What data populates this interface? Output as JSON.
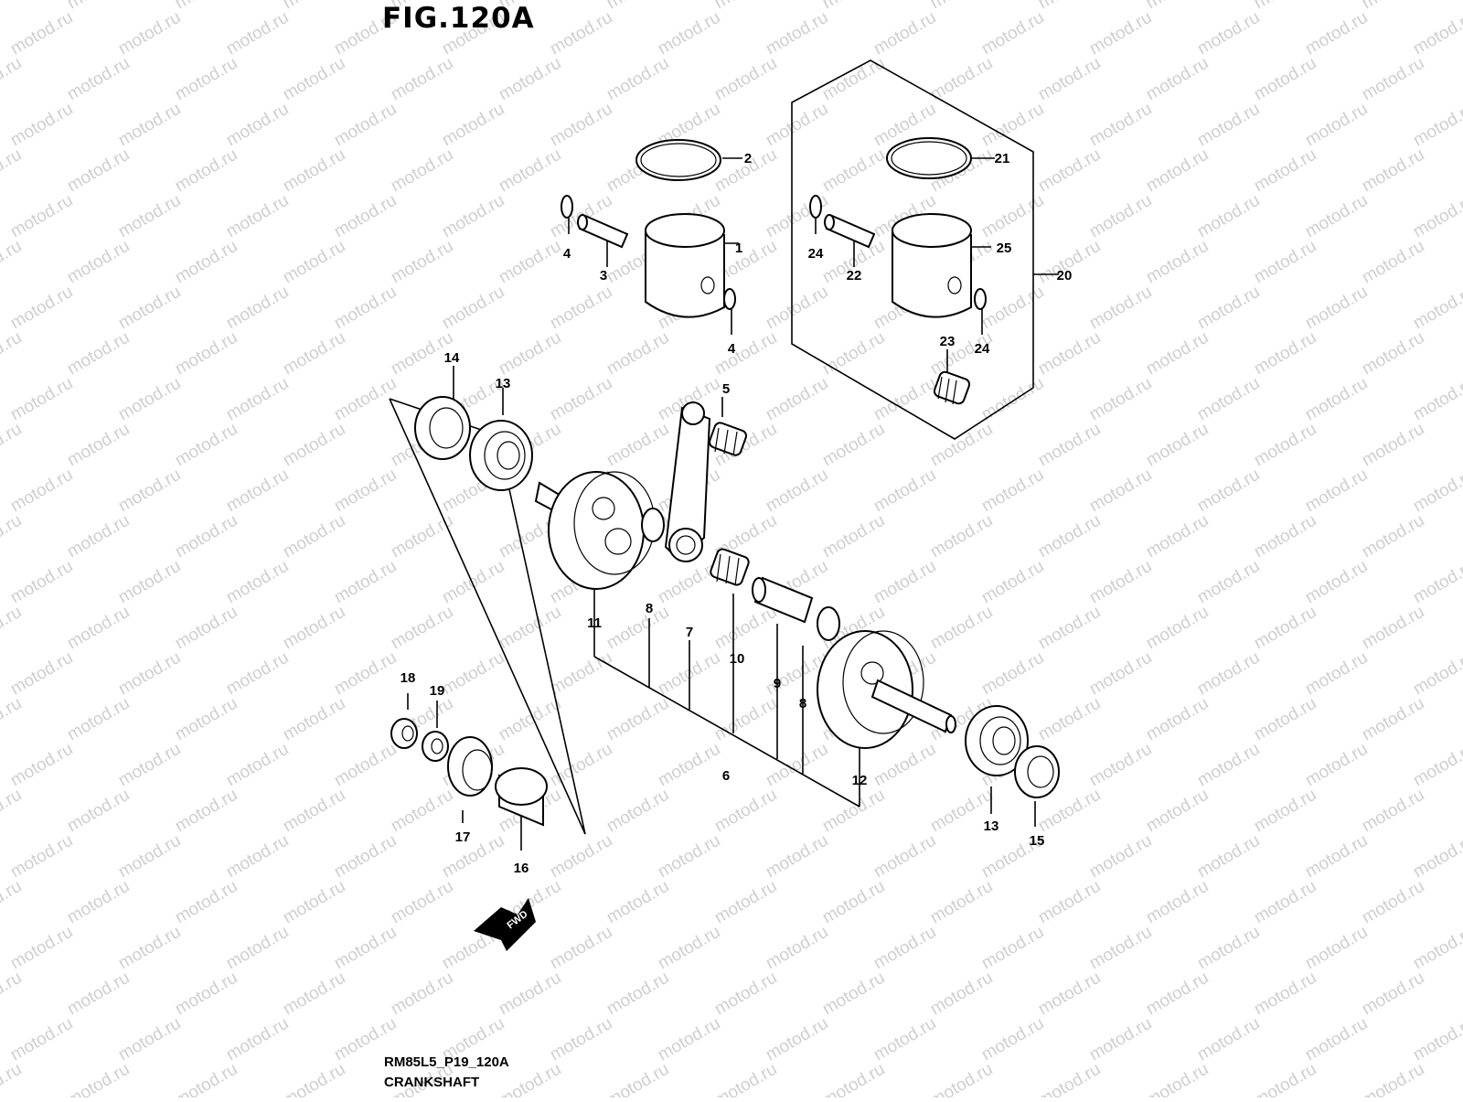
{
  "figure": {
    "title": "FIG.120A",
    "code": "RM85L5_P19_120A",
    "name": "CRANKSHAFT",
    "watermark": "motod.ru",
    "fwd_label": "FWD"
  },
  "callouts": [
    "1",
    "2",
    "3",
    "4",
    "4",
    "5",
    "6",
    "7",
    "8",
    "8",
    "9",
    "10",
    "11",
    "12",
    "13",
    "13",
    "14",
    "15",
    "16",
    "17",
    "18",
    "19",
    "20",
    "21",
    "22",
    "23",
    "24",
    "24",
    "25"
  ]
}
